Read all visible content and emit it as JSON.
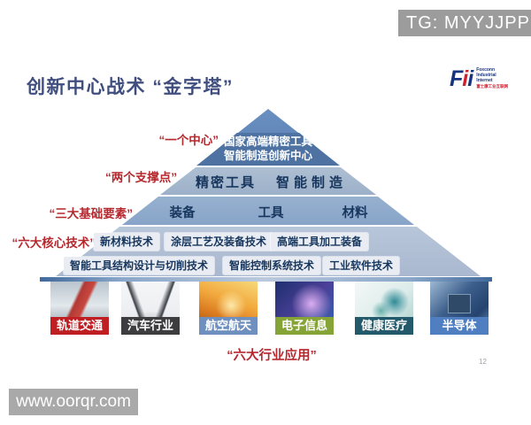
{
  "badge": {
    "text": "TG: MYYJJPP"
  },
  "title": "创新中心战术 “金字塔”",
  "logo": {
    "mark_f": "F",
    "mark_i1": "i",
    "mark_i2": "i",
    "line1": "Foxconn",
    "line2": "Industrial",
    "line3": "Internet",
    "line_cn": "富士康工业互联网"
  },
  "pyramid": {
    "side_labels": {
      "one_center": "“一个中心”",
      "two_supports": "“两个支撑点”",
      "three_elements": "“三大基础要素”",
      "six_core_tech": "“六大核心技术”"
    },
    "level1_line1": "国家高端精密工具",
    "level1_line2": "智能制造创新中心",
    "level2": {
      "items": [
        "精密工具",
        "智能制造"
      ]
    },
    "level3": {
      "items": [
        "装备",
        "工具",
        "材料"
      ]
    },
    "level4_row1": [
      "新材料技术",
      "涂层工艺及装备技术",
      "高端工具加工装备"
    ],
    "level4_row2": [
      "智能工具结构设计与切削技术",
      "智能控制系统技术",
      "工业软件技术"
    ]
  },
  "industries": {
    "caption": "“六大行业应用”",
    "items": [
      {
        "label": "轨道交通",
        "label_color": "#bf1f23",
        "image": "high-speed-train"
      },
      {
        "label": "汽车行业",
        "label_color": "#3d3d3f",
        "image": "electric-car"
      },
      {
        "label": "航空航天",
        "label_color": "#6f90bf",
        "image": "airplane-sunset"
      },
      {
        "label": "电子信息",
        "label_color": "#86a336",
        "image": "smartphone"
      },
      {
        "label": "健康医疗",
        "label_color": "#235a6b",
        "image": "medical-icons"
      },
      {
        "label": "半导体",
        "label_color": "#4f7ec1",
        "image": "cpu-chip"
      }
    ]
  },
  "page_number": "12",
  "watermark": {
    "text": "www.oorqr.com"
  },
  "colors": {
    "accent_red": "#b5282e",
    "title_blue": "#3f4e7e",
    "pyramid_apex": "#5d85ba",
    "pyramid_apex_band": "#4e73a3",
    "level2_fill": "#a2b5cc",
    "level3_fill": "#8ca9cc",
    "level4_fill": "#b2c1d7",
    "navy_text": "#17365d"
  }
}
